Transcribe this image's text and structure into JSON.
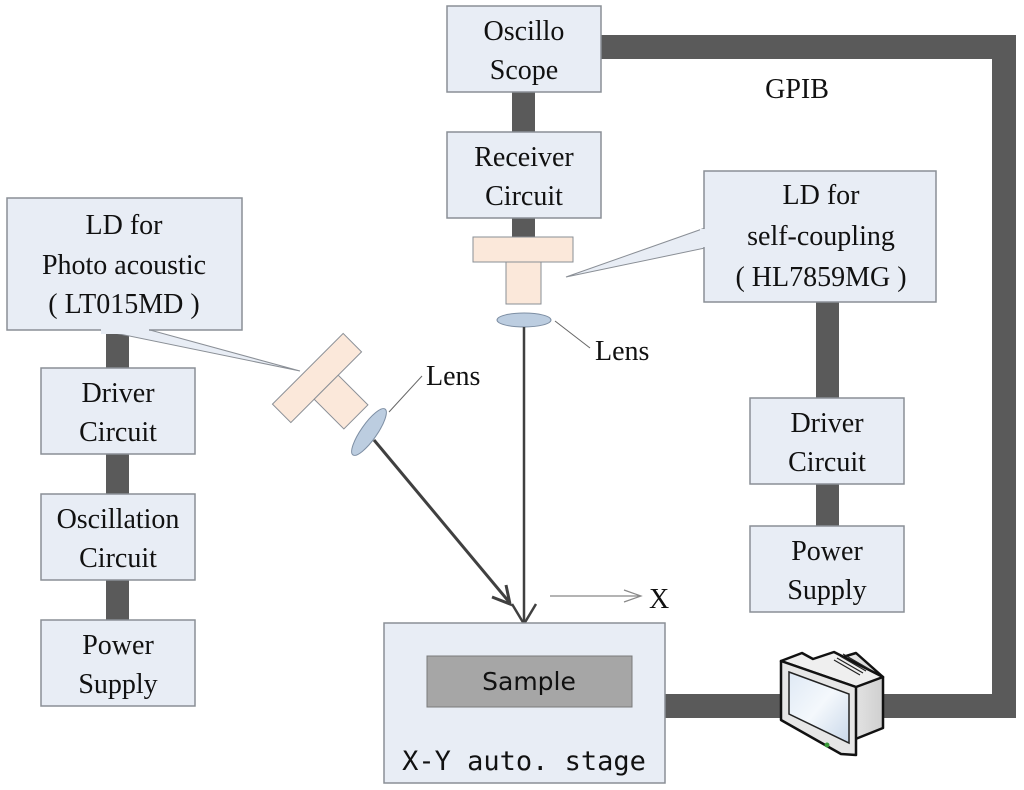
{
  "diagram": {
    "title": "Photoacoustic and self-coupling laser measurement setup",
    "colors": {
      "box_fill": "#e8edf5",
      "box_stroke": "#8a8f96",
      "cable": "#5a5a5a",
      "laser_fill": "#fbe8da",
      "lens_fill": "#bccde0",
      "sample_fill": "#a6a6a6",
      "beam": "#404040"
    },
    "blocks": {
      "oscilloscope": [
        "Oscillo",
        "Scope"
      ],
      "receiver": [
        "Receiver",
        "Circuit"
      ],
      "ld_self_coupling": [
        "LD for",
        "self-coupling",
        "( HL7859MG )"
      ],
      "ld_photoacoustic": [
        "LD for",
        "Photo acoustic",
        "( LT015MD )"
      ],
      "left_driver": [
        "Driver",
        "Circuit"
      ],
      "left_oscillation": [
        "Oscillation",
        "Circuit"
      ],
      "left_power": [
        "Power",
        "Supply"
      ],
      "right_driver": [
        "Driver",
        "Circuit"
      ],
      "right_power": [
        "Power",
        "Supply"
      ]
    },
    "labels": {
      "gpib": "GPIB",
      "lens_right": "Lens",
      "lens_left": "Lens",
      "x_axis": "X",
      "sample": "Sample",
      "stage": "X-Y auto. stage"
    },
    "icons": {
      "computer": "computer-monitor-icon"
    }
  }
}
